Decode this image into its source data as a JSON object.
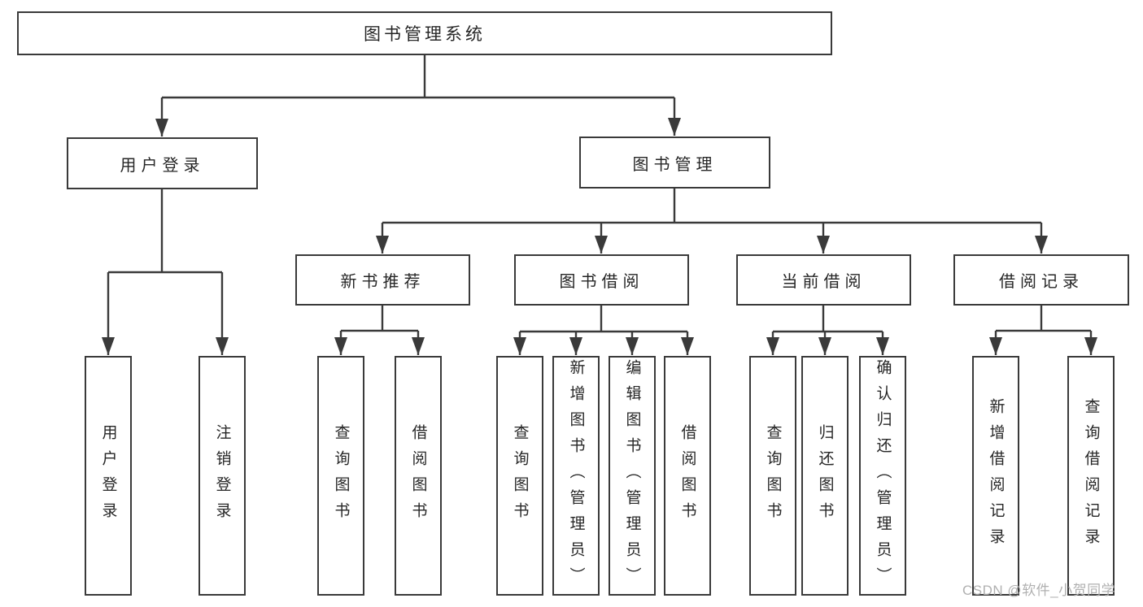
{
  "colors": {
    "line": "#3a3a3a",
    "text": "#262626",
    "watermark": "#b0b0b0",
    "background": "#ffffff"
  },
  "tree": {
    "root": {
      "label": "图书管理系统"
    },
    "user_login": {
      "label": "用户登录",
      "children": [
        {
          "label": "用户登录"
        },
        {
          "label": "注销登录"
        }
      ]
    },
    "book_mgmt": {
      "label": "图书管理"
    },
    "new_books": {
      "label": "新书推荐",
      "children": [
        {
          "label": "查询图书"
        },
        {
          "label": "借阅图书"
        }
      ]
    },
    "book_borrow": {
      "label": "图书借阅",
      "children": [
        {
          "label": "查询图书"
        },
        {
          "label": "新增图书（管理员）"
        },
        {
          "label": "编辑图书（管理员）"
        },
        {
          "label": "借阅图书"
        }
      ]
    },
    "current_borrow": {
      "label": "当前借阅",
      "children": [
        {
          "label": "查询图书"
        },
        {
          "label": "归还图书"
        },
        {
          "label": "确认归还（管理员）"
        }
      ]
    },
    "borrow_records": {
      "label": "借阅记录",
      "children": [
        {
          "label": "新增借阅记录"
        },
        {
          "label": "查询借阅记录"
        }
      ]
    }
  },
  "watermark": {
    "text": "CSDN @软件_小贺同学"
  }
}
